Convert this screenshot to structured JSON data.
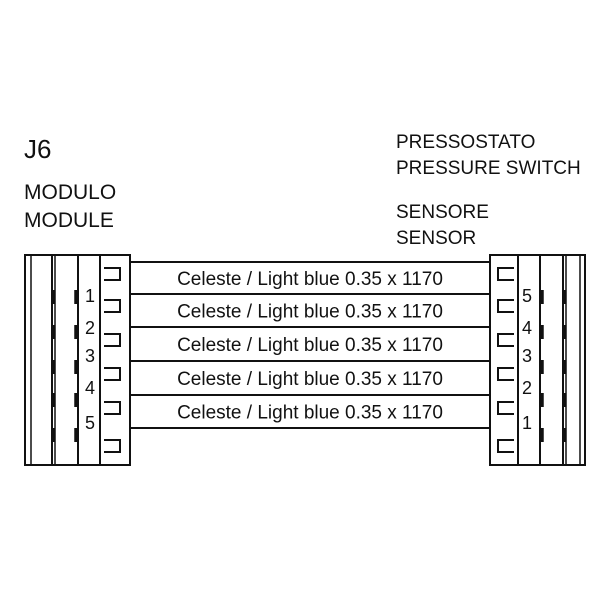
{
  "left_connector": {
    "id": "J6",
    "name_it": "MODULO",
    "name_en": "MODULE",
    "pins": [
      "1",
      "2",
      "3",
      "4",
      "5"
    ]
  },
  "right_connector": {
    "name_it": "PRESSOSTATO",
    "name_en": "PRESSURE SWITCH",
    "part_it": "SENSORE",
    "part_en": "SENSOR",
    "pins": [
      "5",
      "4",
      "3",
      "2",
      "1"
    ]
  },
  "wires": [
    {
      "label": "Celeste / Light blue 0.35 x 1170"
    },
    {
      "label": "Celeste / Light blue 0.35 x 1170"
    },
    {
      "label": "Celeste / Light blue 0.35 x 1170"
    },
    {
      "label": "Celeste / Light blue 0.35 x 1170"
    },
    {
      "label": "Celeste / Light blue 0.35 x 1170"
    }
  ],
  "colors": {
    "line": "#111111",
    "background": "#ffffff"
  }
}
